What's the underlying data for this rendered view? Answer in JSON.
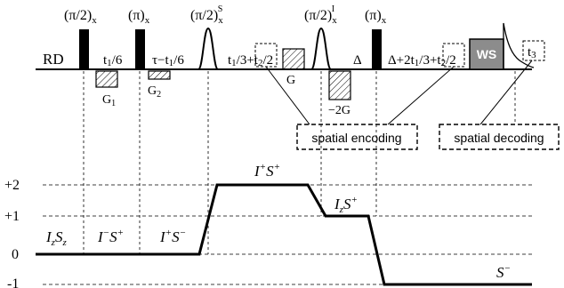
{
  "pulse_sequence": {
    "labels": {
      "rd": "RD",
      "pulse_x90_first": "(π/2)x",
      "pulse_x180_first": "(π)x",
      "pulse_s90": "(π/2)x^S",
      "pulse_i90": "(π/2)x^I",
      "pulse_x180_second": "(π)x",
      "delay_t1_6": "t1/6",
      "delay_tau_t1_6": "τ−t1/6",
      "delay_t1_3_t2_2": "t1/3+t2/2",
      "delay_delta": "Δ",
      "delay_delta_2t1_3_t2_2": "Δ+2t1/3+t2/2",
      "ws": "WS",
      "acq": "t3"
    },
    "gradients": {
      "g1": "G1",
      "g2": "G2",
      "g": "G",
      "minus_2g": "−2G"
    },
    "callouts": {
      "spatial_encoding": "spatial encoding",
      "spatial_decoding": "spatial decoding"
    }
  },
  "coherence_pathway": {
    "y_ticks": [
      "+2",
      "+1",
      "0",
      "-1"
    ],
    "y_values": [
      2,
      1,
      0,
      -1
    ],
    "segments": [
      {
        "label": "IzSz",
        "level": 0
      },
      {
        "label": "I−S+",
        "level": 0
      },
      {
        "label": "I+S−",
        "level": 0
      },
      {
        "label": "I+S+",
        "level": 2
      },
      {
        "label": "IzS+",
        "level": 1
      },
      {
        "label": "S−",
        "level": -1
      }
    ]
  }
}
